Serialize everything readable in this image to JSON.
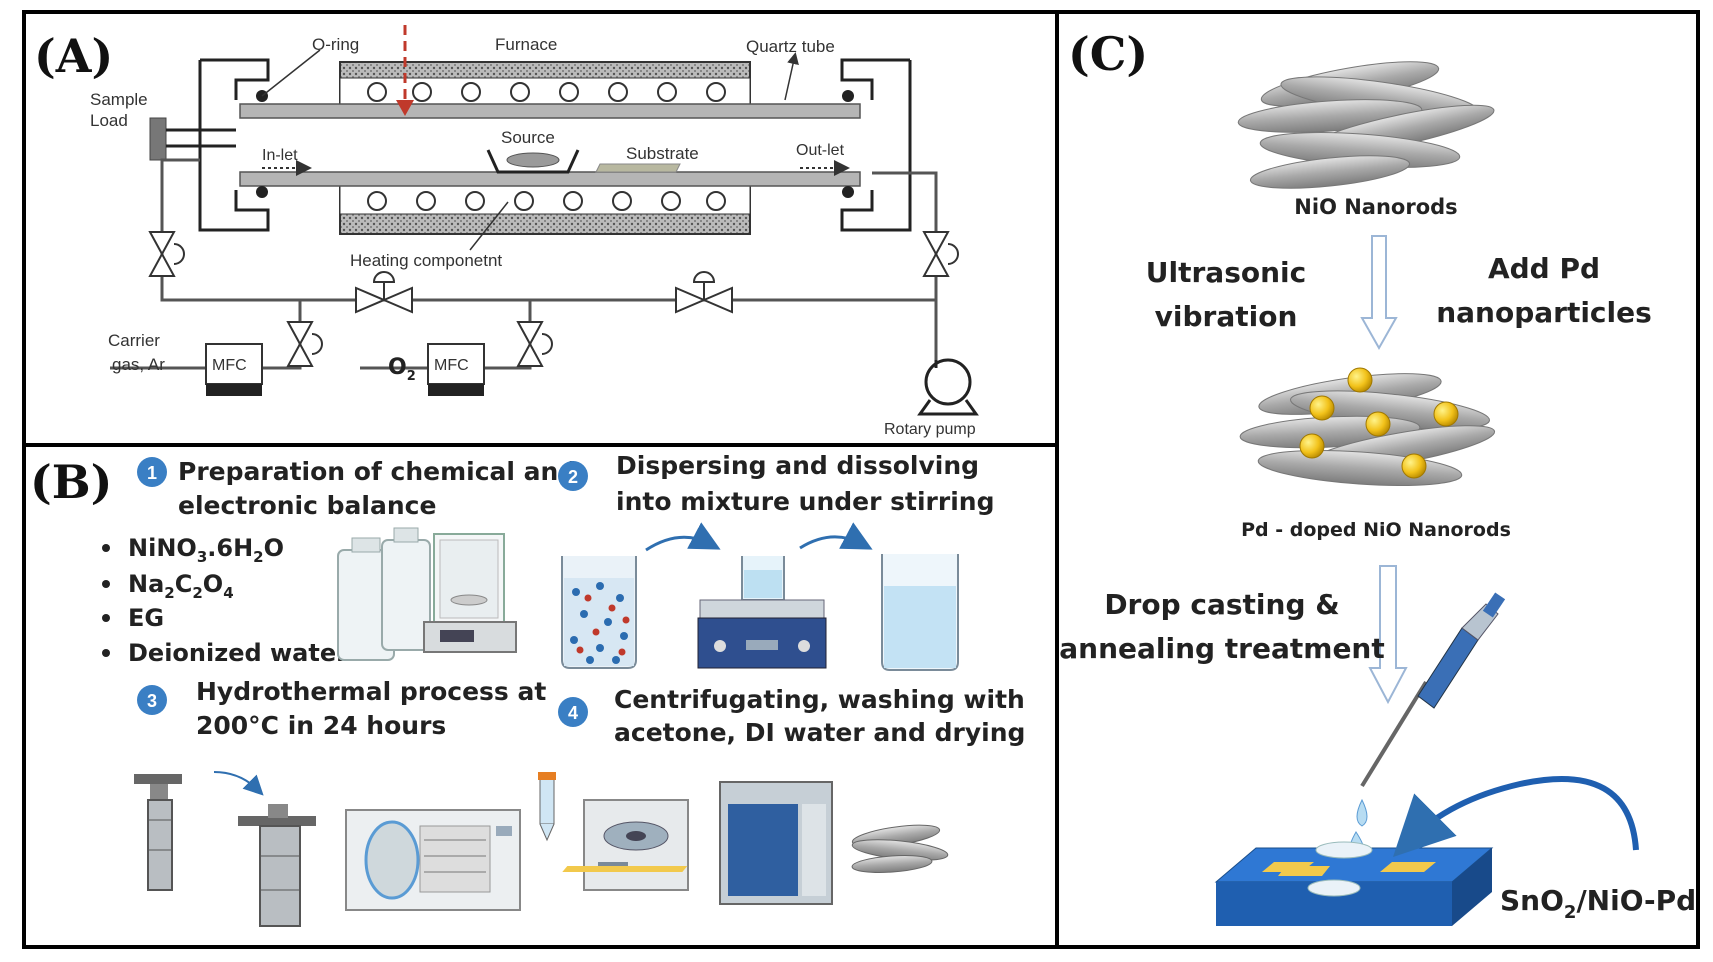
{
  "panel_a": {
    "letter": "(A)",
    "o_ring": "O-ring",
    "furnace": "Furnace",
    "quartz_tube": "Quartz  tube",
    "sample_load_1": "Sample",
    "sample_load_2": "Load",
    "inlet": "In-let",
    "source": "Source",
    "substrate": "Substrate",
    "outlet": "Out-let",
    "heating": "Heating componetnt",
    "carrier_1": "Carrier",
    "carrier_2": "gas, Ar",
    "mfc": "MFC",
    "o2_base": "O",
    "o2_sub": "2",
    "rotary_pump": "Rotary pump"
  },
  "panel_b": {
    "letter": "(B)",
    "steps": [
      {
        "num": "1",
        "line1": "Preparation of chemical and",
        "line2": "electronic balance"
      },
      {
        "num": "2",
        "line1": "Dispersing and dissolving",
        "line2": "into mixture under stirring"
      },
      {
        "num": "3",
        "line1": "Hydrothermal process at",
        "line2": "200°C in 24 hours"
      },
      {
        "num": "4",
        "line1": "Centrifugating, washing with",
        "line2": "acetone, DI water and drying"
      }
    ],
    "chem1": {
      "a": "NiNO",
      "b": "3",
      "c": ".6H",
      "d": "2",
      "e": "O"
    },
    "chem2": {
      "a": "Na",
      "b": "2",
      "c": "C",
      "d": "2",
      "e": "O",
      "f": "4"
    },
    "chem3": "EG",
    "chem4": "Deionized water"
  },
  "panel_c": {
    "letter": "(C)",
    "nio_label": "NiO Nanorods",
    "ultra_1": "Ultrasonic",
    "ultra_2": "vibration",
    "addpd_1": "Add Pd",
    "addpd_2": "nanoparticles",
    "pd_label": "Pd - doped NiO Nanorods",
    "drop_1": "Drop casting &",
    "drop_2": "annealing treatment",
    "final": {
      "a": "SnO",
      "b": "2",
      "c": "/NiO-Pd"
    }
  }
}
